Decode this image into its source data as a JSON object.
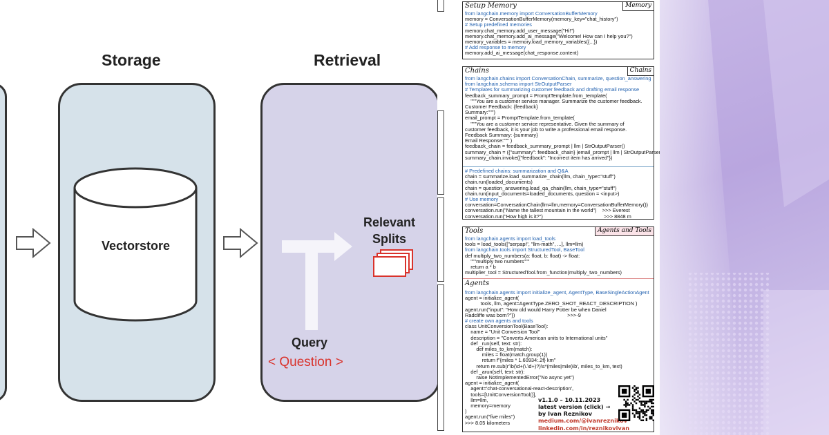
{
  "diagram": {
    "storage_title": "Storage",
    "retrieval_title": "Retrieval",
    "vectorstore_label": "Vectorstore",
    "relevant_splits_line1": "Relevant",
    "relevant_splits_line2": "Splits",
    "query_label": "Query",
    "question_label": "< Question >",
    "colors": {
      "storage_fill": "#d6e2ea",
      "retrieval_fill": "#d6d3e9",
      "question_red": "#d9322b"
    }
  },
  "sheet": {
    "memory": {
      "title": "Setup Memory",
      "tag": "Memory",
      "lines": [
        {
          "t": "from langchain.memory import ConversationBufferMemory",
          "c": true
        },
        {
          "t": "memory = ConversationBufferMemory(memory_key=\"chat_history\")",
          "c": false
        },
        {
          "t": "# Setup predefined memories",
          "c": true
        },
        {
          "t": "memory.chat_memory.add_user_message(\"Hi!\")",
          "c": false
        },
        {
          "t": "memory.chat_memory.add_ai_message(\"Welcome! How can I help you?\")",
          "c": false
        },
        {
          "t": "memory_variables = memory.load_memory_variables({...})",
          "c": false
        },
        {
          "t": "# Add response to memory",
          "c": true
        },
        {
          "t": "memory.add_ai_message(chat_response.content)",
          "c": false
        }
      ]
    },
    "chains": {
      "title": "Chains",
      "tag": "Chains",
      "lines": [
        {
          "t": "from langchain.chains import ConversationChain, summarize, question_answering",
          "c": true
        },
        {
          "t": "from langchain.schema import StrOutputParser",
          "c": true
        },
        {
          "t": "# Templates for summarizing customer feedback and drafting email response",
          "c": true
        },
        {
          "t": "feedback_summary_prompt = PromptTemplate.from_template(",
          "c": false
        },
        {
          "t": "    \"\"\"You are a customer service manager. Summarize the customer feedback.",
          "c": false
        },
        {
          "t": "Customer Feedback: {feedback}",
          "c": false
        },
        {
          "t": "Summary:\"\"\")",
          "c": false
        },
        {
          "t": "email_prompt = PromptTemplate.from_template(",
          "c": false
        },
        {
          "t": "    \"\"\"You are a customer service representative. Given the summary of",
          "c": false
        },
        {
          "t": "customer feedback, it is your job to write a professional email response.",
          "c": false
        },
        {
          "t": "Feedback Summary: {summary}",
          "c": false
        },
        {
          "t": "Email Response:\"\"\" )",
          "c": false
        },
        {
          "t": "feedback_chain = feedback_summary_prompt | llm | StrOutputParser()",
          "c": false
        },
        {
          "t": "summary_chain = ({\"summary\": feedback_chain} |email_prompt | llm | StrOutputParser())",
          "c": false
        },
        {
          "t": "summary_chain.invoke({\"feedback\": \"Incorrect item has arrived\"})",
          "c": false
        }
      ],
      "lines2": [
        {
          "t": "# Predefined chains: summarization and Q&A",
          "c": true
        },
        {
          "t": "chain = summarize.load_summarize_chain(llm, chain_type=\"stuff\")",
          "c": false
        },
        {
          "t": "chain.run(loaded_documents)",
          "c": false
        },
        {
          "t": "chain = question_answering.load_qa_chain(llm, chain_type=\"stuff\")",
          "c": false
        },
        {
          "t": "chain.run(input_documents=loaded_documents, question = <input>)",
          "c": false
        },
        {
          "t": "# Use memory",
          "c": true
        },
        {
          "t": "conversation=ConversationChain(llm=llm,memory=ConversationBufferMemory())",
          "c": false
        },
        {
          "t": "conversation.run(\"Name the tallest mountain in the world\")    >>> Everest",
          "c": false
        },
        {
          "t": "conversation.run(\"How high is it?\")                                           >>> 8848 m",
          "c": false
        }
      ]
    },
    "tools": {
      "title": "Tools",
      "tag": "Agents and Tools",
      "lines": [
        {
          "t": "from langchain.agents import load_tools",
          "c": true
        },
        {
          "t": "tools = load_tools([\"serpapi\", \"llm-math\", ...], llm=llm)",
          "c": false
        },
        {
          "t": "from langchain.tools import StructuredTool, BaseTool",
          "c": true
        },
        {
          "t": "def multiply_two_numbers(a: float, b: float) -> float:",
          "c": false
        },
        {
          "t": "    \"\"\"multiply two numbers\"\"\"",
          "c": false
        },
        {
          "t": "    return a * b",
          "c": false
        },
        {
          "t": "multiplier_tool = StructuredTool.from_function(multiply_two_numbers)",
          "c": false
        }
      ]
    },
    "agents": {
      "title": "Agents",
      "lines": [
        {
          "t": "from langchain.agents import initialize_agent, AgentType, BaseSingleActionAgent",
          "c": true
        },
        {
          "t": "agent = initialize_agent(",
          "c": false
        },
        {
          "t": "           tools, llm, agent=AgentType.ZERO_SHOT_REACT_DESCRIPTION )",
          "c": false
        },
        {
          "t": "agent.run(\"input\": \"How old would Harry Potter be when Daniel",
          "c": false
        },
        {
          "t": "Radcliffe was born?\"})                                     >>>-9",
          "c": false
        },
        {
          "t": "# create own agents and tools",
          "c": true
        },
        {
          "t": "class UnitConversionTool(BaseTool):",
          "c": false
        },
        {
          "t": "    name = \"Unit Conversion Tool\"",
          "c": false
        },
        {
          "t": "    description = \"Converts American units to International units\"",
          "c": false
        },
        {
          "t": "    def _run(self, text: str):",
          "c": false
        },
        {
          "t": "        def miles_to_km(match):",
          "c": false
        },
        {
          "t": "            miles = float(match.group(1))",
          "c": false
        },
        {
          "t": "            return f\"{miles * 1.60934:.2f} km\"",
          "c": false
        },
        {
          "t": "        return re.sub(r'\\b(\\d+(\\.\\d+)?)\\s*(miles|mile)\\b', miles_to_km, text)",
          "c": false
        },
        {
          "t": "    def _arun(self, text: str):",
          "c": false
        },
        {
          "t": "        raise NotImplementedError(\"No async yet\")",
          "c": false
        },
        {
          "t": "agent = initialize_agent(",
          "c": false
        },
        {
          "t": "    agent='chat-conversational-react-description',",
          "c": false
        },
        {
          "t": "    tools=[UnitConversionTool()],",
          "c": false
        },
        {
          "t": "    llm=llm,",
          "c": false
        },
        {
          "t": "    memory=memory",
          "c": false
        },
        {
          "t": ")",
          "c": false
        },
        {
          "t": "agent.run(\"five miles\")",
          "c": false
        },
        {
          "t": ">>> 8.05 kilometers",
          "c": false
        }
      ]
    },
    "footer": {
      "version": "v1.1.0 – 10.11.2023",
      "latest": "latest version (click) →",
      "author": "by Ivan Reznikov",
      "link1": "medium.com/@ivanreznikov",
      "link2": "linkedin.com/in/reznikovivan"
    }
  }
}
